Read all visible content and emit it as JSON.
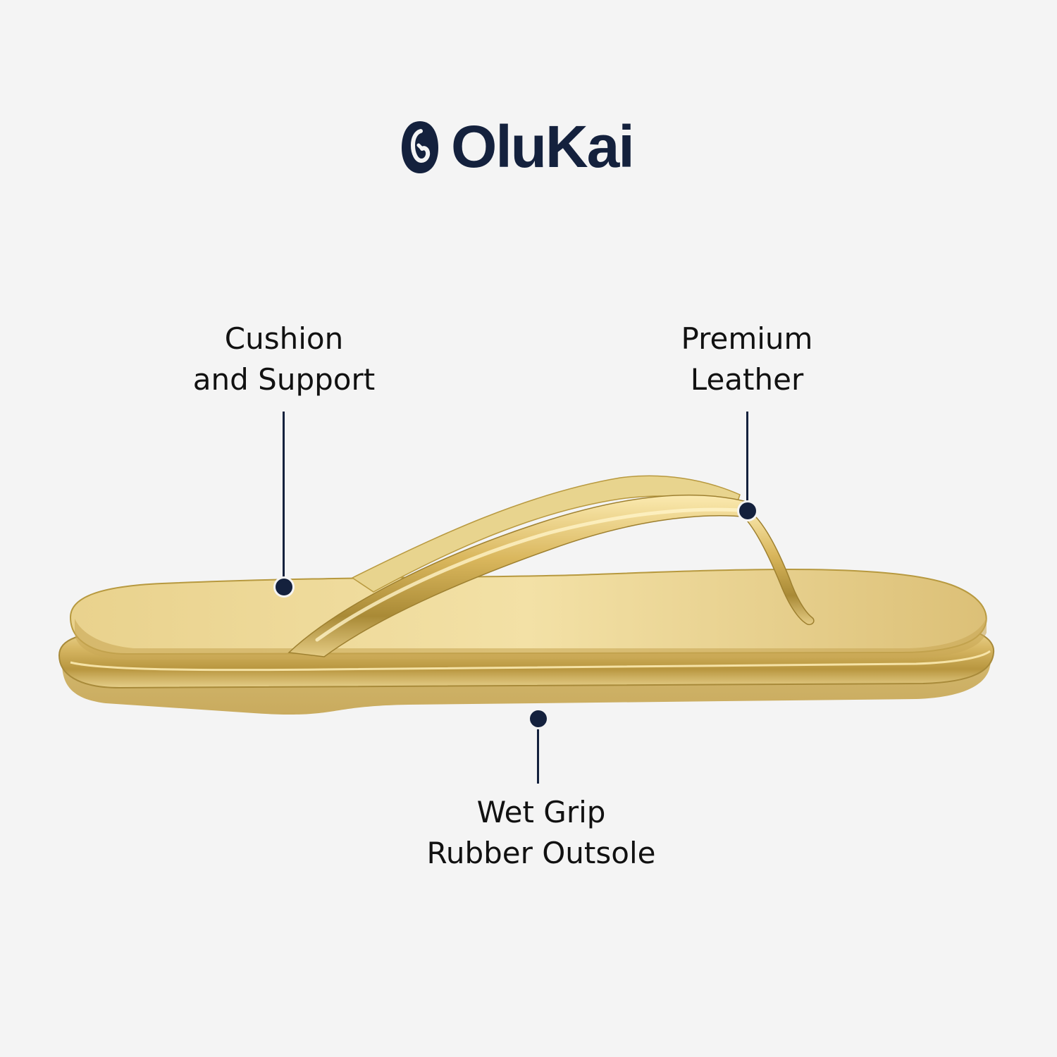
{
  "brand": {
    "name": "OluKai",
    "icon": "hook-logo-icon",
    "color": "#14213d"
  },
  "callouts": {
    "cushion": {
      "line1": "Cushion",
      "line2": "and Support"
    },
    "leather": {
      "line1": "Premium",
      "line2": "Leather"
    },
    "outsole": {
      "line1": "Wet Grip",
      "line2": "Rubber Outsole"
    }
  },
  "product": {
    "image": "gold-leather-flip-flop-sandal",
    "color": "#d9bd72"
  },
  "colors": {
    "background": "#f4f4f4",
    "accent": "#14213d",
    "text": "#111111"
  }
}
